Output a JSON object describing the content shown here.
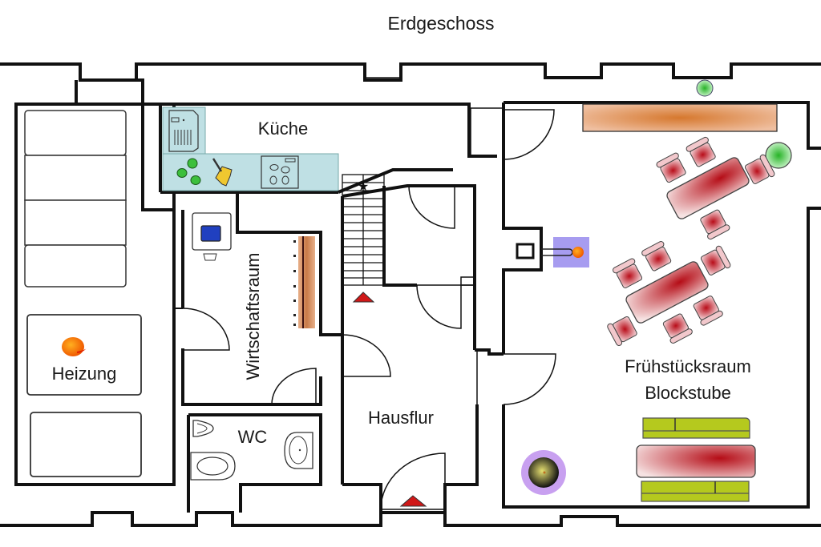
{
  "title": "Erdgeschoss",
  "rooms": {
    "kitchen": "Küche",
    "utility": "Wirtschaftsraum",
    "heating": "Heizung",
    "wc": "WC",
    "hallway": "Hausflur",
    "breakfast_line1": "Frühstücksraum",
    "breakfast_line2": "Blockstube"
  },
  "icons": {
    "stairs_marker": "star-icon",
    "entrance_arrow": "triangle-up-icon",
    "stair_arrow": "triangle-up-icon",
    "heater": "flame-icon",
    "stove": "stove-icon",
    "fridge": "fridge-icon",
    "microwave": "microwave-icon",
    "plant": "plant-icon",
    "lamp": "lamp-icon",
    "fireplace": "fireplace-icon"
  },
  "colors": {
    "wall": "#111111",
    "kitchen_counter": "#bfe0e4",
    "table": "#c0141e",
    "bench": "#b5c91e",
    "sideboard": "#d9884a",
    "plant": "#3cbf3c",
    "stove_tile": "#a79cf0",
    "flame": "#f07a10",
    "lamp_ring": "#c8a0f0",
    "arrow": "#d01818"
  }
}
